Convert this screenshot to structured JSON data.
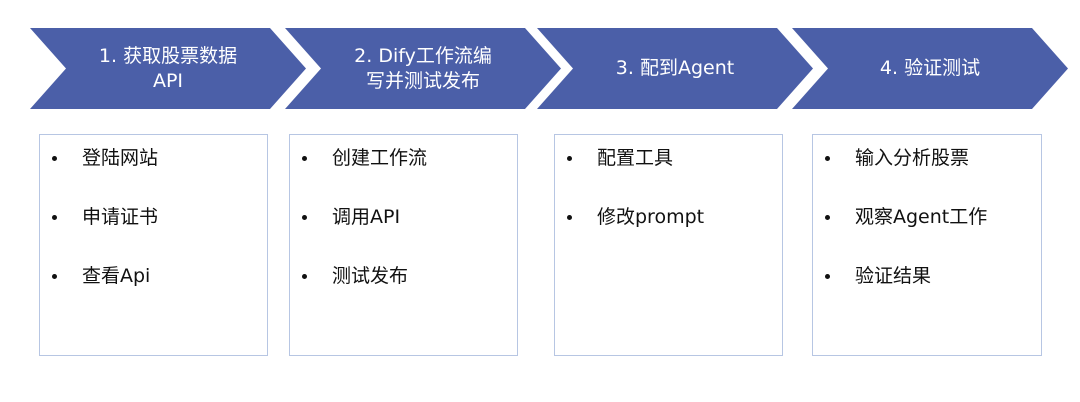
{
  "colors": {
    "chevron_fill": "#4b5fa8",
    "card_border": "#b7c6e3",
    "text": "#111111"
  },
  "steps": [
    {
      "title_lines": [
        "1. 获取股票数据",
        "API"
      ],
      "items": [
        "登陆网站",
        "申请证书",
        "查看Api"
      ]
    },
    {
      "title_lines": [
        "2. Dify工作流编",
        "写并测试发布"
      ],
      "items": [
        "创建工作流",
        "调用API",
        "测试发布"
      ]
    },
    {
      "title_lines": [
        "3. 配到Agent"
      ],
      "items": [
        "配置工具",
        "修改prompt"
      ]
    },
    {
      "title_lines": [
        "4. 验证测试"
      ],
      "items": [
        "输入分析股票",
        "观察Agent工作",
        "验证结果"
      ]
    }
  ]
}
